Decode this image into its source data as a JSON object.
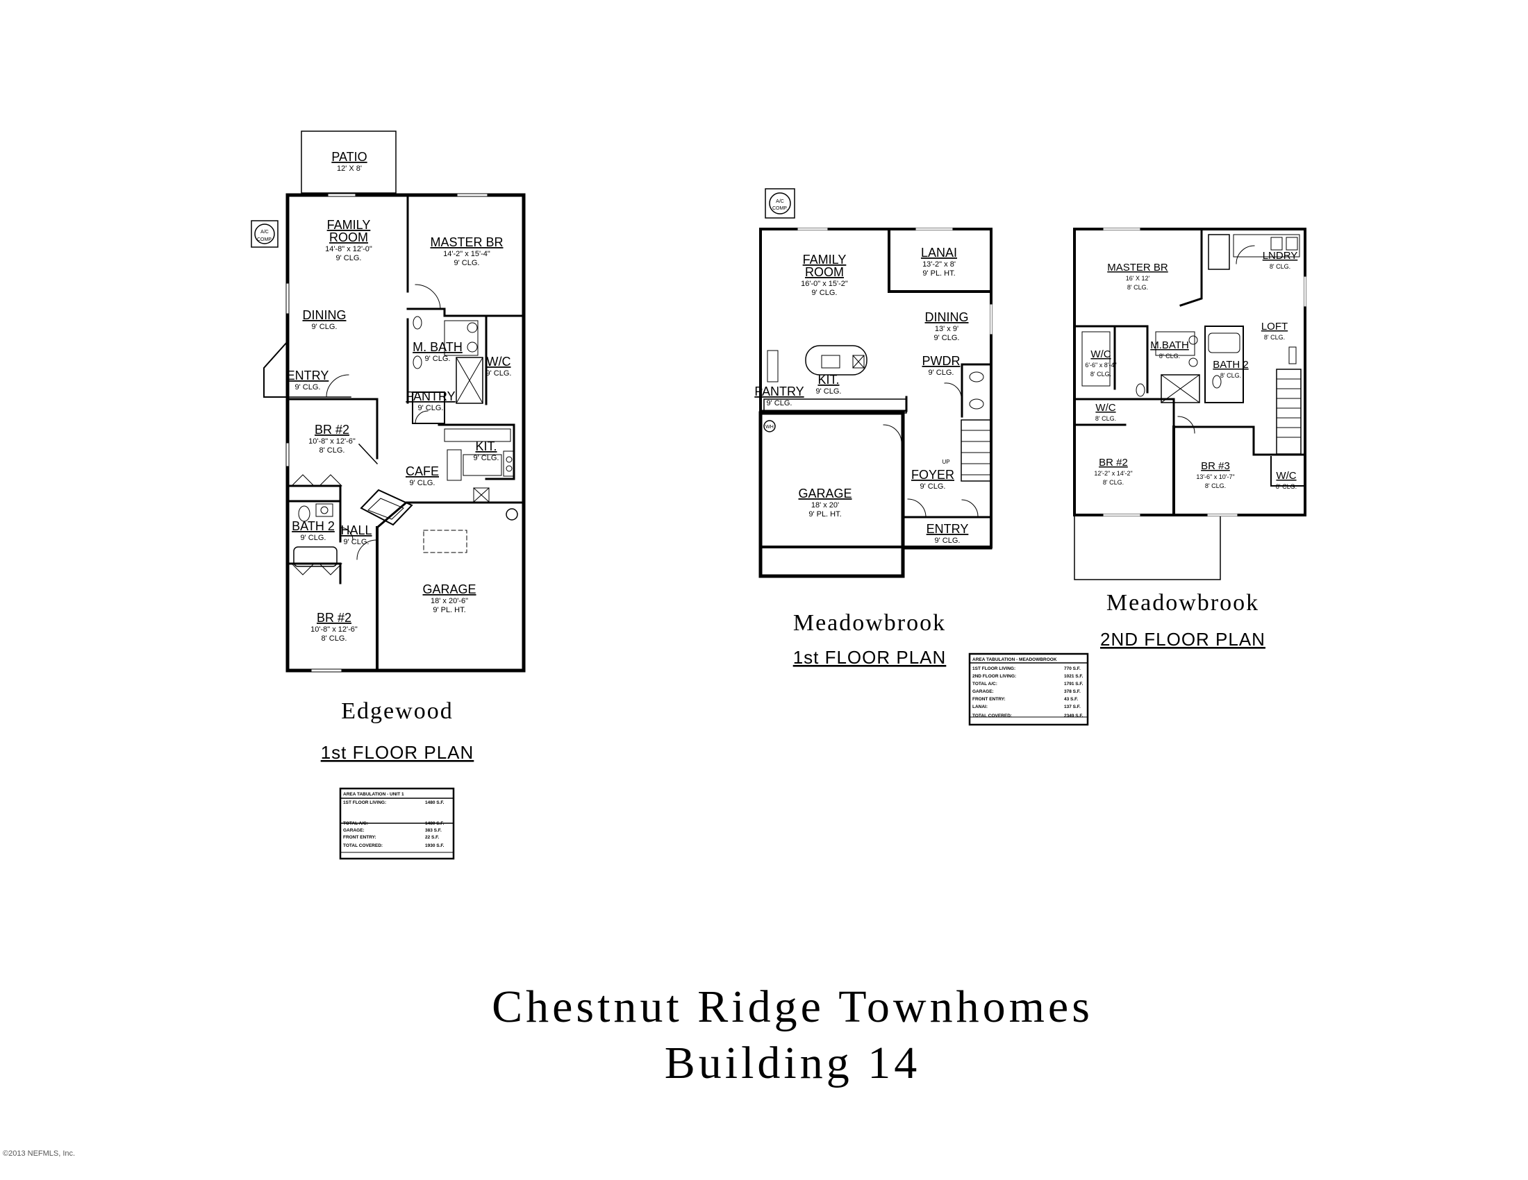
{
  "title": {
    "line1": "Chestnut Ridge Townhomes",
    "line2": "Building 14"
  },
  "copyright": "©2013 NEFMLS, Inc.",
  "edgewood": {
    "name": "Edgewood",
    "subtitle": "1st FLOOR PLAN",
    "ac": "A/C COMP.",
    "rooms": [
      {
        "id": "patio",
        "name": "PATIO",
        "dims": [
          "12' X 8'"
        ]
      },
      {
        "id": "family",
        "name": "FAMILY ROOM",
        "dims": [
          "14'-8\" x 12'-0\"",
          "9' CLG."
        ]
      },
      {
        "id": "master",
        "name": "MASTER BR",
        "dims": [
          "14'-2\" x 15'-4\"",
          "9' CLG."
        ]
      },
      {
        "id": "dining",
        "name": "DINING",
        "dims": [
          "9' CLG."
        ]
      },
      {
        "id": "mbath",
        "name": "M. BATH",
        "dims": [
          "9' CLG."
        ]
      },
      {
        "id": "wic",
        "name": "W/C",
        "dims": [
          "9' CLG."
        ]
      },
      {
        "id": "entry",
        "name": "ENTRY",
        "dims": [
          "9' CLG."
        ]
      },
      {
        "id": "pantry",
        "name": "PANTRY",
        "dims": [
          "9' CLG."
        ]
      },
      {
        "id": "br2a",
        "name": "BR #2",
        "dims": [
          "10'-8\" x 12'-6\"",
          "8' CLG."
        ]
      },
      {
        "id": "kit",
        "name": "KIT.",
        "dims": [
          "9' CLG."
        ]
      },
      {
        "id": "cafe",
        "name": "CAFE",
        "dims": [
          "9' CLG."
        ]
      },
      {
        "id": "bath2",
        "name": "BATH 2",
        "dims": [
          "9' CLG."
        ]
      },
      {
        "id": "hall",
        "name": "HALL",
        "dims": [
          "9' CLG."
        ]
      },
      {
        "id": "garage",
        "name": "GARAGE",
        "dims": [
          "18' x 20'-6\"",
          "9' PL. HT."
        ]
      },
      {
        "id": "br2b",
        "name": "BR #2",
        "dims": [
          "10'-8\" x 12'-6\"",
          "8' CLG."
        ]
      }
    ],
    "tabulation": {
      "header": "AREA TABULATION - UNIT 1",
      "rows": [
        {
          "label": "1ST FLOOR LIVING:",
          "value": "1480 S.F."
        },
        {
          "label": "TOTAL A/C:",
          "value": "1480 S.F."
        },
        {
          "label": "GARAGE:",
          "value": "383 S.F."
        },
        {
          "label": "FRONT ENTRY:",
          "value": "22 S.F."
        },
        {
          "label": "TOTAL COVERED:",
          "value": "1930 S.F."
        }
      ]
    }
  },
  "meadowbrook1": {
    "name": "Meadowbrook",
    "subtitle": "1st FLOOR PLAN",
    "ac": "A/C COMP.",
    "wh": "WH",
    "up": "UP",
    "rooms": [
      {
        "id": "family",
        "name": "FAMILY ROOM",
        "dims": [
          "16'-0\" x 15'-2\"",
          "9' CLG."
        ]
      },
      {
        "id": "lanai",
        "name": "LANAI",
        "dims": [
          "13'-2\" x 8'",
          "9' PL. HT."
        ]
      },
      {
        "id": "dining",
        "name": "DINING",
        "dims": [
          "13' x 9'",
          "9' CLG."
        ]
      },
      {
        "id": "pwdr",
        "name": "PWDR",
        "dims": [
          "9' CLG."
        ]
      },
      {
        "id": "kit",
        "name": "KIT.",
        "dims": [
          "9' CLG."
        ]
      },
      {
        "id": "pantry",
        "name": "PANTRY",
        "dims": [
          "9' CLG."
        ]
      },
      {
        "id": "garage",
        "name": "GARAGE",
        "dims": [
          "18' x 20'",
          "9' PL. HT."
        ]
      },
      {
        "id": "foyer",
        "name": "FOYER",
        "dims": [
          "9' CLG."
        ]
      },
      {
        "id": "entry",
        "name": "ENTRY",
        "dims": [
          "9' CLG."
        ]
      }
    ],
    "tabulation": {
      "header": "AREA TABULATION - MEADOWBROOK",
      "rows": [
        {
          "label": "1ST FLOOR LIVING:",
          "value": "770 S.F."
        },
        {
          "label": "2ND FLOOR LIVING:",
          "value": "1021 S.F."
        },
        {
          "label": "TOTAL A/C:",
          "value": "1791 S.F."
        },
        {
          "label": "GARAGE:",
          "value": "378 S.F."
        },
        {
          "label": "FRONT ENTRY:",
          "value": "43 S.F."
        },
        {
          "label": "LANAI:",
          "value": "137 S.F."
        },
        {
          "label": "TOTAL COVERED:",
          "value": "2349 S.F."
        }
      ]
    }
  },
  "meadowbrook2": {
    "name": "Meadowbrook",
    "subtitle": "2ND FLOOR PLAN",
    "rooms": [
      {
        "id": "master",
        "name": "MASTER BR",
        "dims": [
          "16' X 12'",
          "8' CLG."
        ]
      },
      {
        "id": "lndry",
        "name": "LNDRY",
        "dims": [
          "8' CLG."
        ]
      },
      {
        "id": "loft",
        "name": "LOFT",
        "dims": [
          "8' CLG."
        ]
      },
      {
        "id": "wic1",
        "name": "W/C",
        "dims": [
          "6'-6\" x 8'-4\"",
          "8' CLG."
        ]
      },
      {
        "id": "mbath",
        "name": "M.BATH",
        "dims": [
          "8' CLG."
        ]
      },
      {
        "id": "bath2",
        "name": "BATH 2",
        "dims": [
          "8' CLG."
        ]
      },
      {
        "id": "wic2",
        "name": "W/C",
        "dims": [
          "8' CLG."
        ]
      },
      {
        "id": "br2",
        "name": "BR #2",
        "dims": [
          "12'-2\" x 14'-2\"",
          "8' CLG."
        ]
      },
      {
        "id": "br3",
        "name": "BR #3",
        "dims": [
          "13'-6\" x 10'-7\"",
          "8' CLG."
        ]
      },
      {
        "id": "wic3",
        "name": "W/C",
        "dims": [
          "8' CLG."
        ]
      }
    ]
  }
}
